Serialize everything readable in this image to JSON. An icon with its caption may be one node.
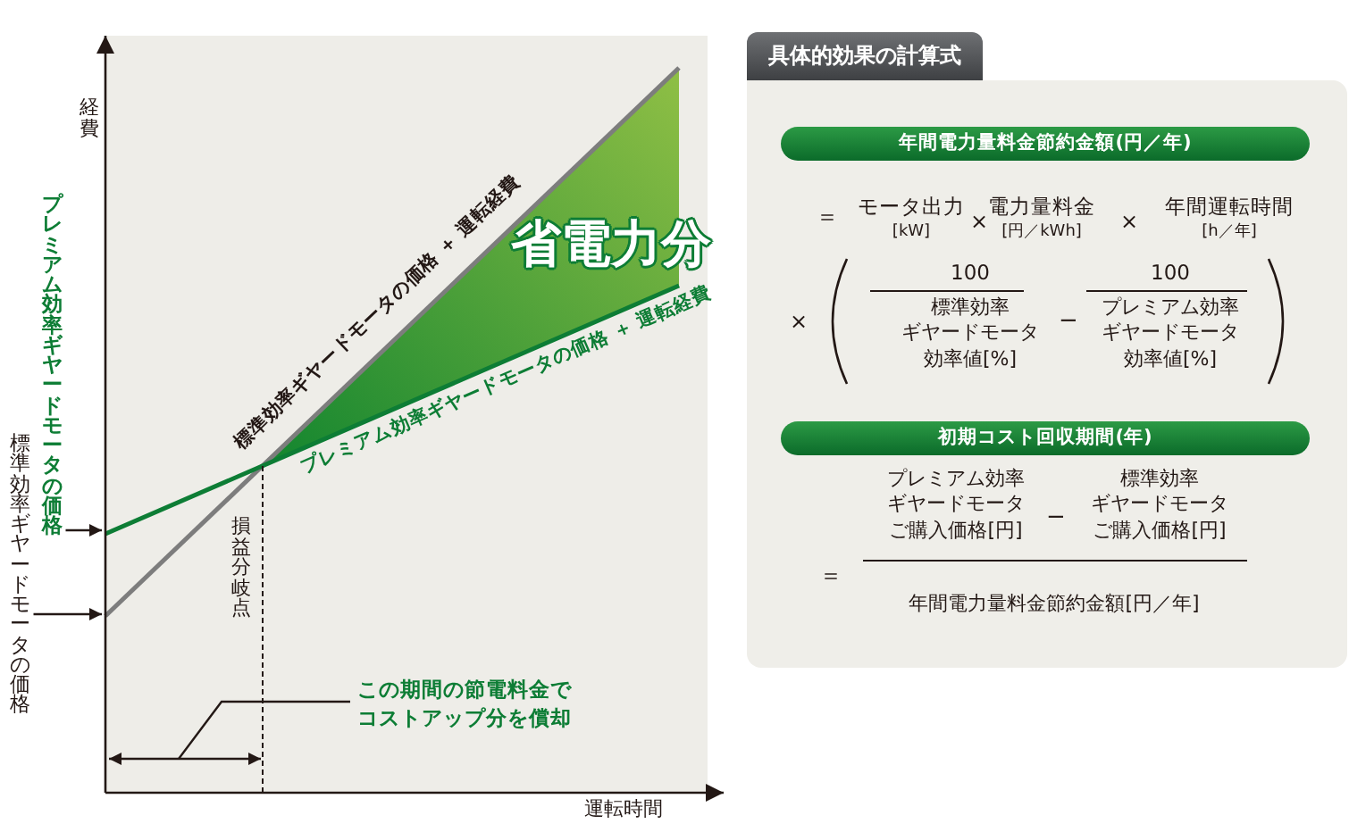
{
  "diagram": {
    "nodes": [
      {
        "text": [
          "プレミアム効率ギヤードモータの価格"
        ]
      },
      {
        "text": [
          "標準効率ギヤードモータの価格"
        ]
      },
      {
        "text": [
          "この期間の節電料金でコストアップ分を償却"
        ]
      },
      {
        "text": [
          "具体的効果の計算式"
        ]
      },
      {
        "text": [
          "年間電力量料金節約金額(円／年)"
        ],
        "in": 3
      },
      {
        "text": [
          "初期コスト回収期間(年)"
        ],
        "in": 3
      }
    ],
    "edges": [
      {
        "from": 0,
        "to": null,
        "arrow": "to"
      },
      {
        "from": 1,
        "to": null,
        "arrow": "to"
      },
      {
        "from": 2,
        "to": null,
        "arrow": "none"
      }
    ],
    "labels": [
      "経費",
      "標準効率ギヤードモータの価格 ＋ 運転経費",
      "省電力分",
      "プレミアム効率ギヤードモータの価格 ＋ 運転経費",
      "損益分岐点",
      "運転時間",
      "＝",
      "モータ出力",
      "[kW]",
      "×",
      "電力量料金",
      "[円／kWh]",
      "×",
      "年間運転時間",
      "[h／年]",
      "×",
      "100",
      "標準効率ギヤードモータ効率値[%]",
      "−",
      "100",
      "プレミアム効率ギヤードモータ効率値[%]",
      "＝",
      "プレミアム効率ギヤードモータご購入価格[円]",
      "−",
      "標準効率ギヤードモータご購入価格[円]",
      "年間電力量料金節約金額[円／年]"
    ]
  }
}
